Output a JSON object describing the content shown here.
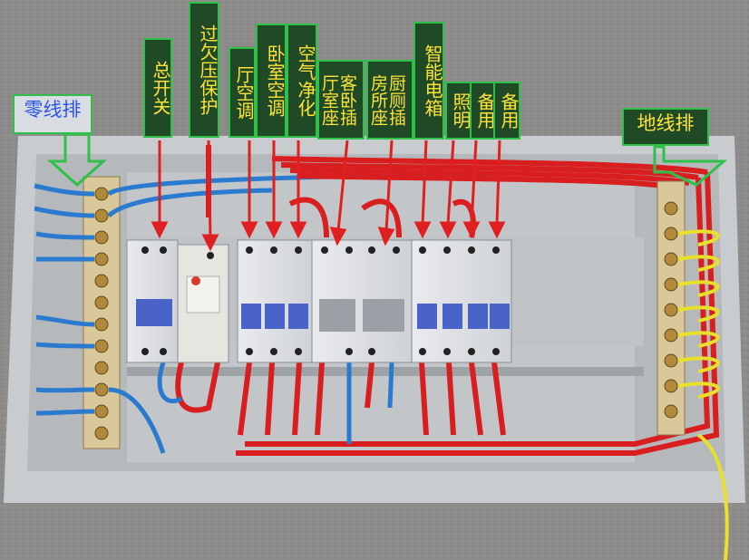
{
  "labels": {
    "neutral_bar": "零线排",
    "main_switch": "总开关",
    "overvoltage": "过欠压保护",
    "living_ac": "厅空调",
    "bedroom_ac": "卧室空调",
    "air_purifier": "空气净化",
    "living_bedroom_sockets_a": "客卧插",
    "living_bedroom_sockets_b": "厅室座",
    "kitchen_bath_sockets_a": "厨厕插",
    "kitchen_bath_sockets_b": "房所座",
    "smart_box": "智能电箱",
    "lighting": "照明",
    "spare_1": "备用",
    "spare_2": "备用",
    "ground_bar": "地线排"
  },
  "colors": {
    "label_text": "#ffe23a",
    "label_border": "#2fc04a",
    "neutral_label_text": "#2c55e6",
    "arrow_red": "#e02020",
    "arrow_green": "#2fc04a",
    "live_wire": "#d81e1e",
    "neutral_wire": "#2a7ad0",
    "ground_wire": "#e8e02a"
  }
}
